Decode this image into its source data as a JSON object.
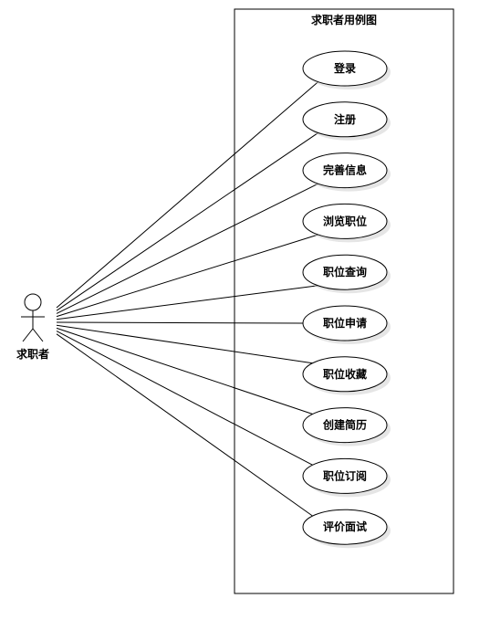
{
  "system": {
    "title": "求职者用例图"
  },
  "actor": {
    "name": "求职者"
  },
  "use_cases": [
    "登录",
    "注册",
    "完善信息",
    "浏览职位",
    "职位查询",
    "职位申请",
    "职位收藏",
    "创建简历",
    "职位订阅",
    "评价面试"
  ],
  "colors": {
    "stroke": "#000000",
    "shadow": "#cfcfcf",
    "background": "#ffffff"
  }
}
